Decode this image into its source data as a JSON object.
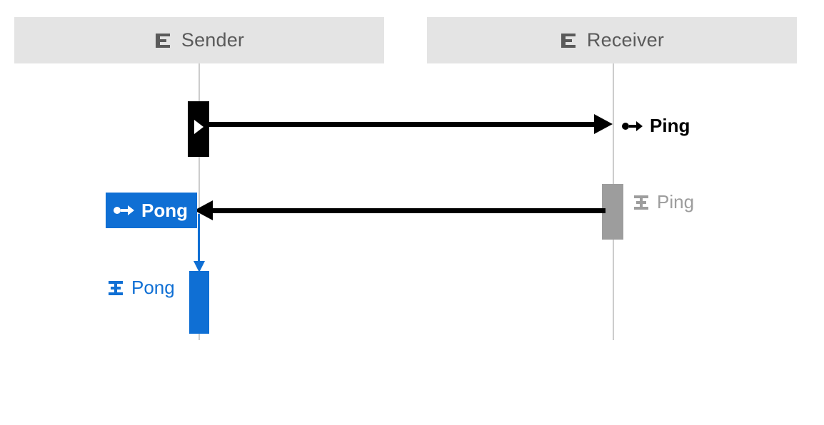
{
  "diagram": {
    "type": "sequence-diagram",
    "participants": [
      {
        "id": "sender",
        "label": "Sender",
        "icon": "participant-icon"
      },
      {
        "id": "receiver",
        "label": "Receiver",
        "icon": "participant-icon"
      }
    ],
    "messages": [
      {
        "id": "ping",
        "label": "Ping",
        "from": "sender",
        "to": "receiver",
        "direction": "right",
        "color": "#000000",
        "send_icon": "message-send-icon",
        "receive_icon": "message-receive-icon"
      },
      {
        "id": "pong",
        "label": "Pong",
        "from": "receiver",
        "to": "sender",
        "direction": "left",
        "color": "#000000",
        "send_icon": "message-send-icon",
        "receive_icon": "message-receive-icon"
      }
    ],
    "labels": {
      "ping_sent": "Ping",
      "ping_received": "Ping",
      "pong_sent": "Pong",
      "pong_received": "Pong"
    },
    "colors": {
      "participant_box": "#e4e4e4",
      "participant_text": "#5a5a5a",
      "lifeline": "#cccccc",
      "activation_active": "#000000",
      "activation_inactive": "#9d9d9d",
      "highlight": "#0f6fd4",
      "background": "#ffffff"
    }
  }
}
